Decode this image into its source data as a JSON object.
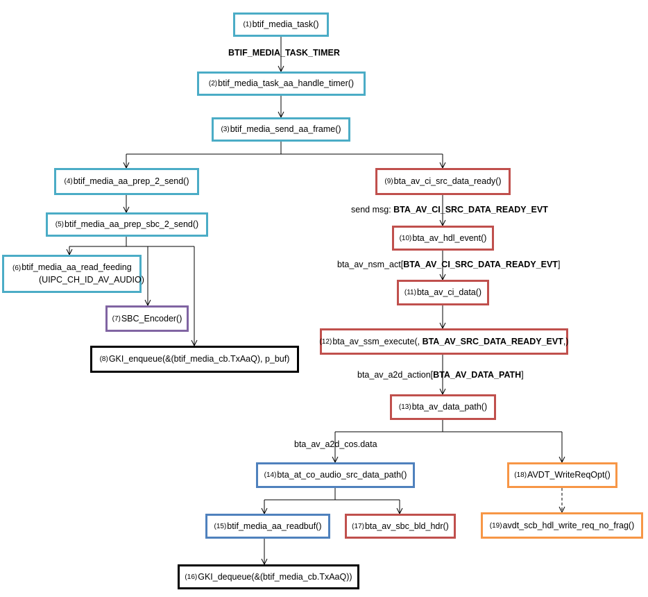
{
  "nodes": [
    {
      "id": "n1",
      "num": "(1)",
      "label": "btif_media_task()"
    },
    {
      "id": "n2",
      "num": "(2)",
      "label": "btif_media_task_aa_handle_timer()"
    },
    {
      "id": "n3",
      "num": "(3)",
      "label": "btif_media_send_aa_frame()"
    },
    {
      "id": "n4",
      "num": "(4)",
      "label": "btif_media_aa_prep_2_send()"
    },
    {
      "id": "n5",
      "num": "(5)",
      "label": "btif_media_aa_prep_sbc_2_send()"
    },
    {
      "id": "n6",
      "num": "(6)",
      "label": "btif_media_aa_read_feeding",
      "label2": "(UIPC_CH_ID_AV_AUDIO)"
    },
    {
      "id": "n7",
      "num": "(7)",
      "label": "SBC_Encoder()"
    },
    {
      "id": "n8",
      "num": "(8)",
      "label": "GKI_enqueue(&(btif_media_cb.TxAaQ), p_buf)"
    },
    {
      "id": "n9",
      "num": "(9)",
      "label": "bta_av_ci_src_data_ready()"
    },
    {
      "id": "n10",
      "num": "(10)",
      "label": "bta_av_hdl_event()"
    },
    {
      "id": "n11",
      "num": "(11)",
      "label": "bta_av_ci_data()"
    },
    {
      "id": "n12",
      "num": "(12)",
      "label": "bta_av_ssm_execute(, ",
      "label_bold": "BTA_AV_SRC_DATA_READY_EVT",
      "label_tail": ",)"
    },
    {
      "id": "n13",
      "num": "(13)",
      "label": "bta_av_data_path()"
    },
    {
      "id": "n14",
      "num": "(14)",
      "label": "bta_at_co_audio_src_data_path()"
    },
    {
      "id": "n15",
      "num": "(15)",
      "label": "btif_media_aa_readbuf()"
    },
    {
      "id": "n16",
      "num": "(16)",
      "label": "GKI_dequeue(&(btif_media_cb.TxAaQ))"
    },
    {
      "id": "n17",
      "num": "(17)",
      "label": "bta_av_sbc_bld_hdr()"
    },
    {
      "id": "n18",
      "num": "(18)",
      "label": "AVDT_WriteReqOpt()"
    },
    {
      "id": "n19",
      "num": "(19)",
      "label": "avdt_scb_hdl_write_req_no_frag()"
    }
  ],
  "edge_labels": {
    "timer": {
      "bold": "BTIF_MEDIA_TASK_TIMER"
    },
    "send_msg": {
      "pre": "send msg: ",
      "bold": "BTA_AV_CI_SRC_DATA_READY_EVT"
    },
    "nsm_act": {
      "pre": "bta_av_nsm_act[",
      "bold": "BTA_AV_CI_SRC_DATA_READY_EVT",
      "post": "]"
    },
    "a2d_action": {
      "pre": "bta_av_a2d_action[",
      "bold": "BTA_AV_DATA_PATH",
      "post": "]"
    },
    "cos_data": {
      "pre": "bta_av_a2d_cos.data"
    }
  },
  "colors": {
    "teal": "#4bacc6",
    "red": "#c0504d",
    "blue": "#4f81bd",
    "purple": "#8064a2",
    "orange": "#f79646",
    "black": "#000000"
  }
}
